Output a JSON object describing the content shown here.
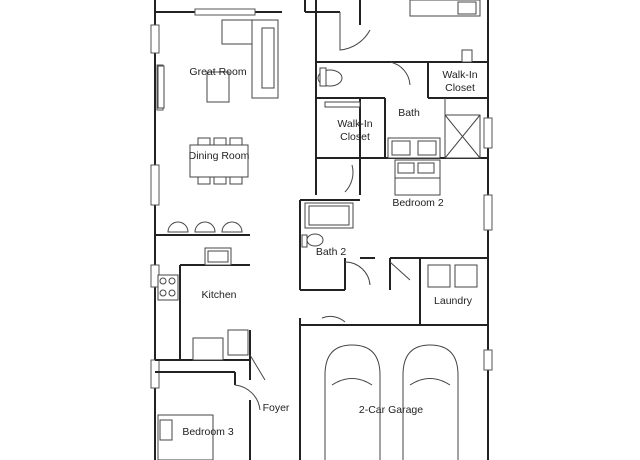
{
  "floorplan": {
    "rooms": {
      "great_room": "Great Room",
      "dining_room": "Dining Room",
      "kitchen": "Kitchen",
      "foyer": "Foyer",
      "bedroom_3": "Bedroom 3",
      "bath": "Bath",
      "walk_in_closet_1": "Walk-In\nCloset",
      "walk_in_closet_2": "Walk-In\nCloset",
      "bedroom_2": "Bedroom 2",
      "bath_2": "Bath 2",
      "laundry": "Laundry",
      "garage": "2-Car Garage"
    },
    "colors": {
      "line": "#222222",
      "background": "#ffffff"
    }
  }
}
